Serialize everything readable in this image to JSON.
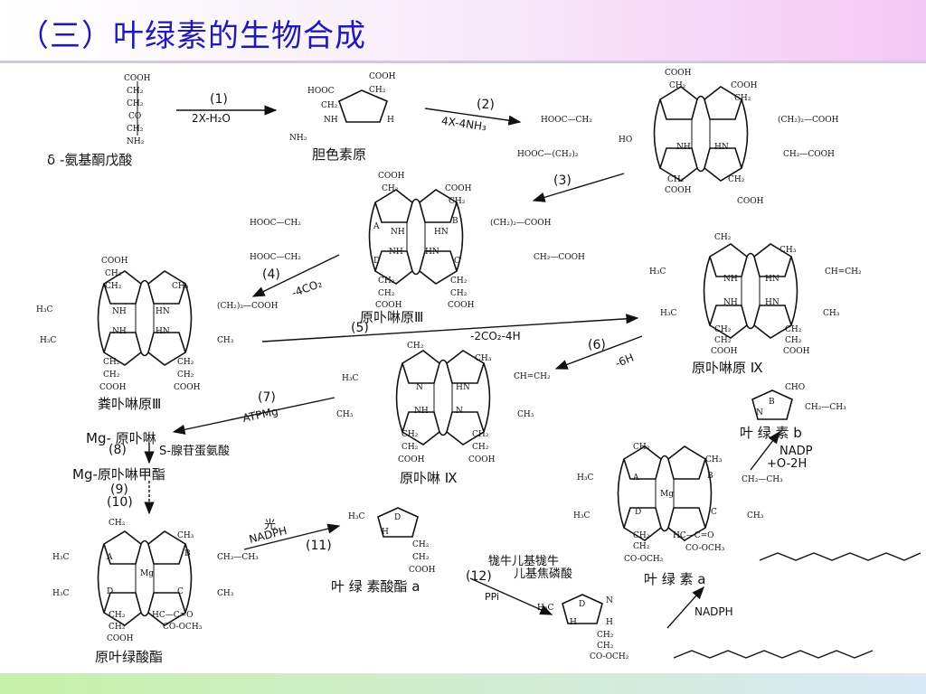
{
  "slide": {
    "title": "（三）叶绿素的生物合成"
  },
  "compounds": {
    "ala": "δ -氨基酮戊酸",
    "pbg": "胆色素原",
    "uro3": "原卟啉原Ⅲ",
    "copro3": "粪卟啉原Ⅲ",
    "protogen9": "原卟啉原 Ⅸ",
    "proto9": "原卟啉 Ⅸ",
    "mgproto": "Mg-  原卟啉",
    "mgproto_me": "Mg-原卟啉甲酯",
    "protochlorophyllide": "原叶绿酸酯",
    "chlorophyllide_a": "叶 绿 素酸酯 a",
    "chl_a": "叶 绿 素 a",
    "chl_b": "叶 绿 素 b"
  },
  "steps": {
    "s1": "(1)",
    "s1_sub": "2X-H₂O",
    "s2": "(2)",
    "s2_sub": "4X-4NH₃",
    "s3": "(3)",
    "s4": "(4)",
    "s4_sub": "-4CO₂",
    "s5": "(5)",
    "s5_sub": "-2CO₂-4H",
    "s6": "(6)",
    "s6_sub": "-6H",
    "s7": "(7)",
    "s7_sub": "ATPMg",
    "s8": "(8)",
    "s8_sub": "S-腺苷蛋氨酸",
    "s9": "(9)",
    "s10": "(10)",
    "s11": "(11)",
    "s11_top": "光",
    "s11_sub": "NADPH",
    "s12": "(12)",
    "s12_top": "牻牛儿基牻牛",
    "s12_top2": "儿基焦磷酸",
    "s12_sub": "PPi",
    "nadph": "NADPH",
    "chlb_reagent1": "NADP",
    "chlb_reagent2": "+O-2H"
  },
  "fragments": {
    "cooh": "COOH",
    "ch2": "CH₂",
    "co": "CO",
    "chnh2": "CH₂",
    "nh2": "NH₂",
    "hooc": "HOOC",
    "nh": "NH",
    "hn": "HN",
    "n": "N",
    "mg": "Mg",
    "h3c": "H₃C",
    "ch3": "CH₃",
    "ch_ch2": "CH=CH₂",
    "cho": "CHO",
    "ch2ch3": "CH₂—CH₃",
    "ch2_2cooh": "(CH₂)₂—COOH",
    "ch2cooh": "CH₂—COOH",
    "hooc_ch2": "HOOC—CH₂",
    "hooc_ch2_2": "HOOC—(CH₂)₂",
    "ho": "HO",
    "hc_c_o": "HC—C=O",
    "co_och3": "CO-OCH₃",
    "co_och2": "CO-OCH₂",
    "ringA": "A",
    "ringB": "B",
    "ringC": "C",
    "ringD": "D",
    "h": "H"
  }
}
